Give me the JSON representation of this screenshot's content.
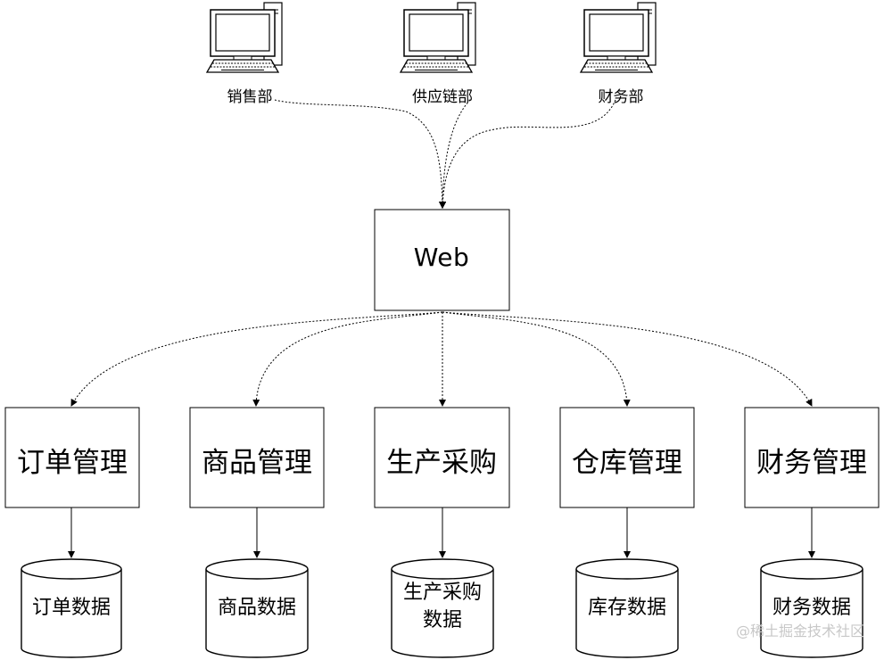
{
  "clients": [
    {
      "label": "销售部",
      "icon": "desktop-computer-icon"
    },
    {
      "label": "供应链部",
      "icon": "desktop-computer-icon"
    },
    {
      "label": "财务部",
      "icon": "desktop-computer-icon"
    }
  ],
  "web": {
    "label": "Web"
  },
  "modules": [
    {
      "label": "订单管理"
    },
    {
      "label": "商品管理"
    },
    {
      "label": "生产采购"
    },
    {
      "label": "仓库管理"
    },
    {
      "label": "财务管理"
    }
  ],
  "databases": [
    {
      "label": "订单数据",
      "icon": "database-cylinder-icon"
    },
    {
      "label": "商品数据",
      "icon": "database-cylinder-icon"
    },
    {
      "label": "生产采购数据",
      "icon": "database-cylinder-icon"
    },
    {
      "label": "库存数据",
      "icon": "database-cylinder-icon"
    },
    {
      "label": "财务数据",
      "icon": "database-cylinder-icon"
    }
  ],
  "watermark": "@稀土掘金技术社区"
}
